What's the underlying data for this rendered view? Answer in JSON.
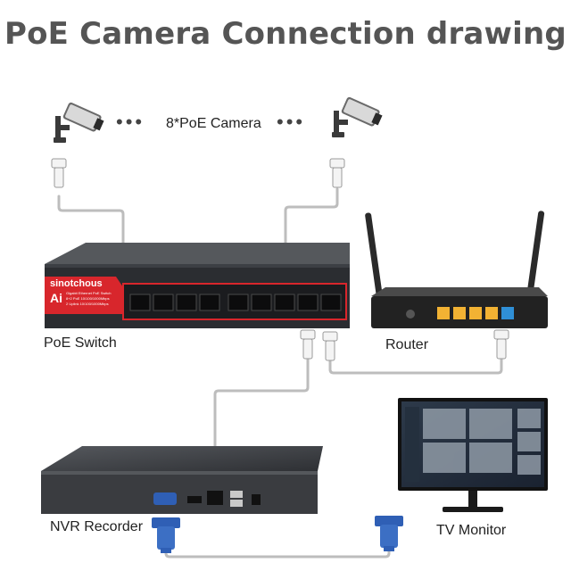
{
  "title": "PoE Camera Connection drawing",
  "camera_caption": "8*PoE Camera",
  "labels": {
    "poe_switch": "PoE Switch",
    "router": "Router",
    "nvr": "NVR Recorder",
    "monitor": "TV Monitor"
  },
  "switch": {
    "brand": "sinotchous",
    "series": "Ai",
    "model_line1": "Gigabit Ethernet PoE Switch",
    "model_line2": "8+2 PoE 10/100/1000Mbps",
    "model_line3": "2 Uplink 10/100/1000Mbps"
  },
  "colors": {
    "title": "#555555",
    "switch_body": "#2b2d31",
    "switch_accent": "#d8262c",
    "cable": "#bdbdbd",
    "router_ports": "#f2b233",
    "router_wan": "#2f8fd6",
    "vga_blue": "#2f5fb5"
  }
}
